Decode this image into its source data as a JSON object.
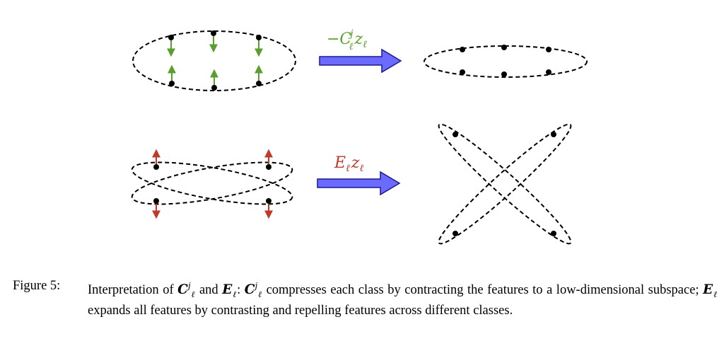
{
  "arrow_labels": {
    "top": {
      "text": "−C",
      "sup": "j",
      "sub": "ℓ",
      "tail": "z",
      "tail_sub": "ℓ",
      "color": "#5a9e2f"
    },
    "bottom": {
      "text": "E",
      "sub": "ℓ",
      "tail": "z",
      "tail_sub": "ℓ",
      "color": "#c0392b"
    }
  },
  "colors": {
    "arrow_fill": "#6b6bff",
    "arrow_stroke": "#1a1a8c",
    "compress": "#5a9e2f",
    "expand": "#c0392b"
  },
  "caption": {
    "label": "Figure 5:",
    "p1": "Interpretation of",
    "c_sym": "C",
    "c_sup": "j",
    "c_sub": "ℓ",
    "and": "and",
    "e_sym": "E",
    "e_sub": "ℓ",
    "colon": ":",
    "p2": "compresses each class by contracting the features to a low-dimensional subspace;",
    "p3": "expands all features by contrasting and repelling features across different classes."
  }
}
